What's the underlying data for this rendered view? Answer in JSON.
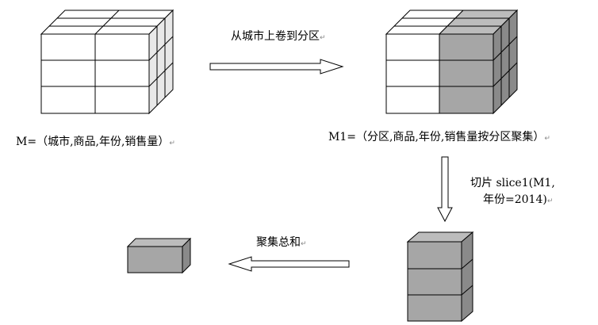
{
  "labels": {
    "rollup_arrow": "从城市上卷到分区",
    "m_formula": "M=（城市,商品,年份,销售量）",
    "m1_formula": "M1=（分区,商品,年份,销售量按分区聚集）",
    "slice_line1": "切片 slice1(M1,",
    "slice_line2": "年份=2014)",
    "aggregate_arrow": "聚集总和"
  },
  "paragraph_mark": "↵",
  "colors": {
    "stroke": "#000000",
    "light_face": "#ffffff",
    "light_side": "#e8e8e8",
    "dark_front": "#a6a6a6",
    "dark_top": "#bcbcbc",
    "dark_side": "#8a8a8a"
  }
}
